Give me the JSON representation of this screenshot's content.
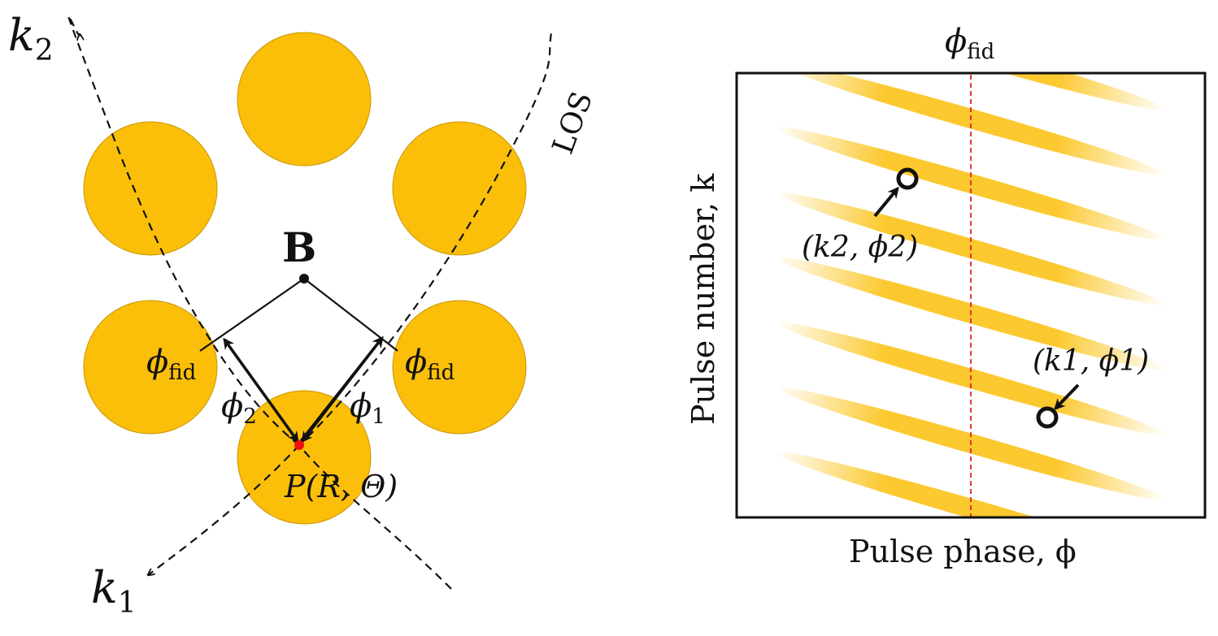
{
  "colors": {
    "disk": "#fbbf0a",
    "disk_stroke": "#c99500",
    "band": "#fbbf0a",
    "fiducial_line": "#e0242a",
    "point": "#ee1111",
    "ink": "#111111"
  },
  "left_panel": {
    "labels": {
      "k2": {
        "main": "k",
        "sub": "2"
      },
      "k1": {
        "main": "k",
        "sub": "1"
      },
      "los": "LOS",
      "b_field": "B",
      "phi_fid_left": {
        "main": "ϕ",
        "sub": "fid"
      },
      "phi_fid_right": {
        "main": "ϕ",
        "sub": "fid"
      },
      "phi2": {
        "main": "ϕ",
        "sub": "2"
      },
      "phi1": {
        "main": "ϕ",
        "sub": "1"
      },
      "point": "P(R,  Θ)"
    }
  },
  "right_panel": {
    "top_label": {
      "main": "ϕ",
      "sub": "fid"
    },
    "x_axis_label": "Pulse phase, ϕ",
    "y_axis_label": "Pulse number, k",
    "annotations": {
      "k2_phi2": "(k2,  ϕ2)",
      "k1_phi1": "(k1,  ϕ1)"
    },
    "band_count": 8
  }
}
